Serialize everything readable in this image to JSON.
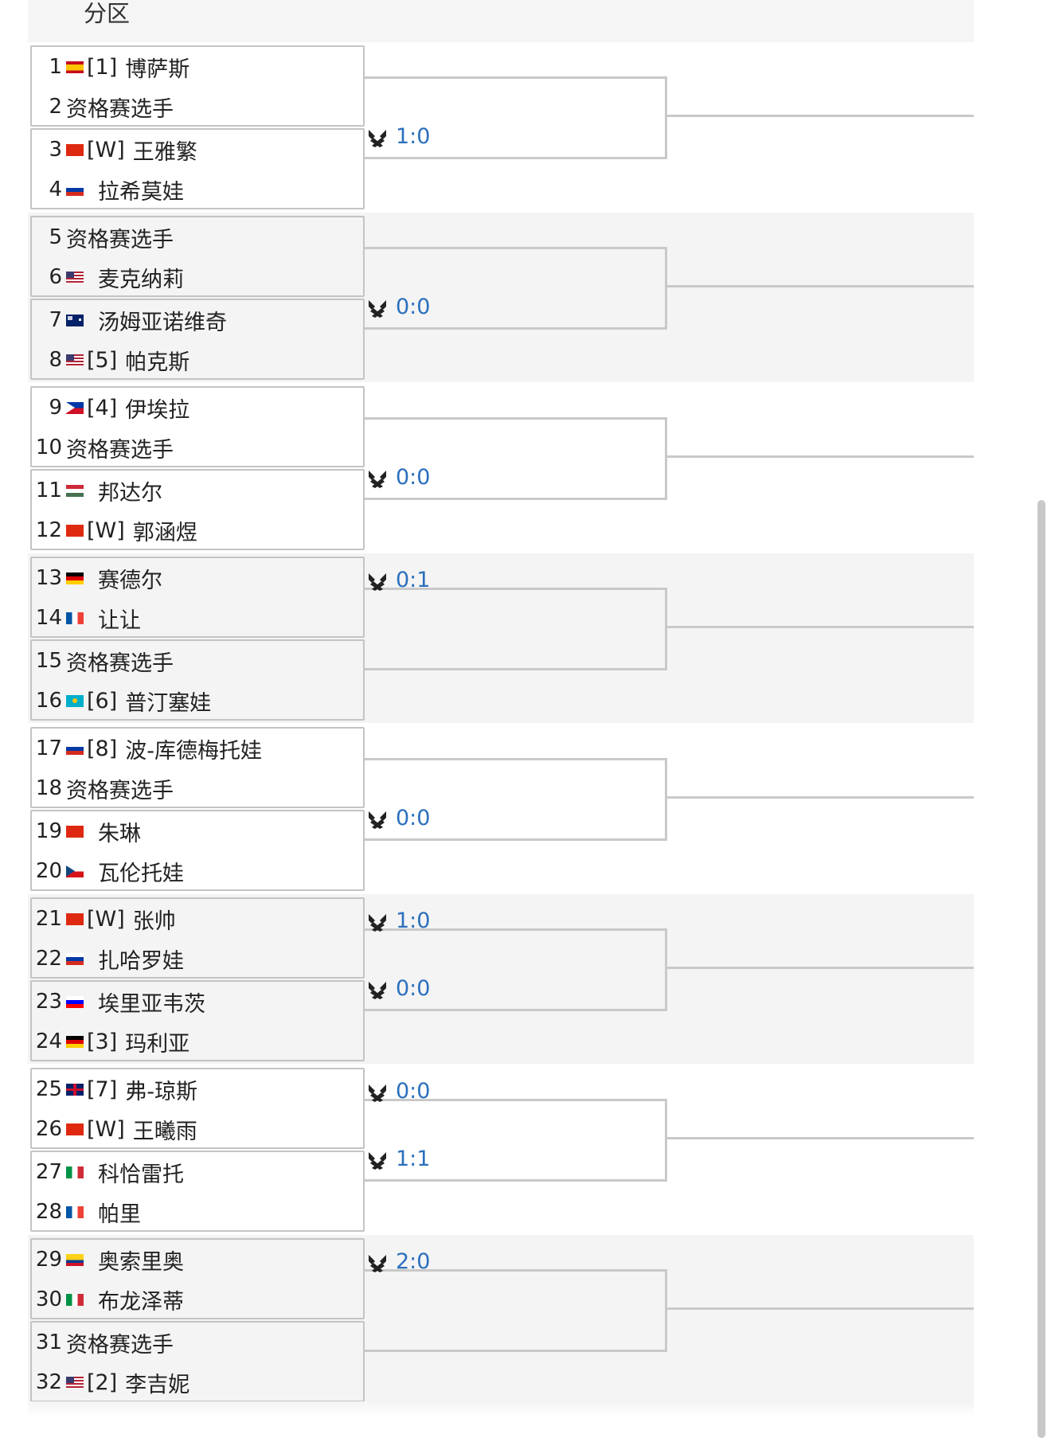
{
  "header": {
    "title": "分区"
  },
  "colors": {
    "score": "#2a6fbd",
    "line": "#c9c9c9",
    "band": "#f4f4f4"
  },
  "groups": [
    {
      "players": [
        {
          "num": "1",
          "flag": "ES",
          "seed": "[1]",
          "name": "博萨斯"
        },
        {
          "num": "2",
          "flag": "",
          "seed": "",
          "name": "资格赛选手"
        },
        {
          "num": "3",
          "flag": "CN",
          "seed": "[W]",
          "name": "王雅繁"
        },
        {
          "num": "4",
          "flag": "RU",
          "seed": "",
          "name": "拉希莫娃"
        }
      ],
      "scores": [
        {
          "slot": "bottom",
          "value": "1:0"
        }
      ]
    },
    {
      "players": [
        {
          "num": "5",
          "flag": "",
          "seed": "",
          "name": "资格赛选手"
        },
        {
          "num": "6",
          "flag": "US",
          "seed": "",
          "name": "麦克纳莉"
        },
        {
          "num": "7",
          "flag": "AU",
          "seed": "",
          "name": "汤姆亚诺维奇"
        },
        {
          "num": "8",
          "flag": "US",
          "seed": "[5]",
          "name": "帕克斯"
        }
      ],
      "scores": [
        {
          "slot": "bottom",
          "value": "0:0"
        }
      ]
    },
    {
      "players": [
        {
          "num": "9",
          "flag": "PH",
          "seed": "[4]",
          "name": "伊埃拉"
        },
        {
          "num": "10",
          "flag": "",
          "seed": "",
          "name": "资格赛选手"
        },
        {
          "num": "11",
          "flag": "HU",
          "seed": "",
          "name": "邦达尔"
        },
        {
          "num": "12",
          "flag": "CN",
          "seed": "[W]",
          "name": "郭涵煜"
        }
      ],
      "scores": [
        {
          "slot": "bottom",
          "value": "0:0"
        }
      ]
    },
    {
      "players": [
        {
          "num": "13",
          "flag": "DE",
          "seed": "",
          "name": "赛德尔"
        },
        {
          "num": "14",
          "flag": "FR",
          "seed": "",
          "name": "让让"
        },
        {
          "num": "15",
          "flag": "",
          "seed": "",
          "name": "资格赛选手"
        },
        {
          "num": "16",
          "flag": "KZ",
          "seed": "[6]",
          "name": "普汀塞娃"
        }
      ],
      "scores": [
        {
          "slot": "top",
          "value": "0:1"
        }
      ]
    },
    {
      "players": [
        {
          "num": "17",
          "flag": "RU",
          "seed": "[8]",
          "name": "波-库德梅托娃"
        },
        {
          "num": "18",
          "flag": "",
          "seed": "",
          "name": "资格赛选手"
        },
        {
          "num": "19",
          "flag": "CN",
          "seed": "",
          "name": "朱琳"
        },
        {
          "num": "20",
          "flag": "CZ",
          "seed": "",
          "name": "瓦伦托娃"
        }
      ],
      "scores": [
        {
          "slot": "bottom",
          "value": "0:0"
        }
      ]
    },
    {
      "players": [
        {
          "num": "21",
          "flag": "CN",
          "seed": "[W]",
          "name": "张帅"
        },
        {
          "num": "22",
          "flag": "RU",
          "seed": "",
          "name": "扎哈罗娃"
        },
        {
          "num": "23",
          "flag": "SI",
          "seed": "",
          "name": "埃里亚韦茨"
        },
        {
          "num": "24",
          "flag": "DE",
          "seed": "[3]",
          "name": "玛利亚"
        }
      ],
      "scores": [
        {
          "slot": "top",
          "value": "1:0"
        },
        {
          "slot": "bottom",
          "value": "0:0"
        }
      ]
    },
    {
      "players": [
        {
          "num": "25",
          "flag": "GB",
          "seed": "[7]",
          "name": "弗-琼斯"
        },
        {
          "num": "26",
          "flag": "CN",
          "seed": "[W]",
          "name": "王曦雨"
        },
        {
          "num": "27",
          "flag": "IT",
          "seed": "",
          "name": "科恰雷托"
        },
        {
          "num": "28",
          "flag": "FR",
          "seed": "",
          "name": "帕里"
        }
      ],
      "scores": [
        {
          "slot": "top",
          "value": "0:0"
        },
        {
          "slot": "bottom",
          "value": "1:1"
        }
      ]
    },
    {
      "players": [
        {
          "num": "29",
          "flag": "CO",
          "seed": "",
          "name": "奥索里奥"
        },
        {
          "num": "30",
          "flag": "IT",
          "seed": "",
          "name": "布龙泽蒂"
        },
        {
          "num": "31",
          "flag": "",
          "seed": "",
          "name": "资格赛选手"
        },
        {
          "num": "32",
          "flag": "US",
          "seed": "[2]",
          "name": "李吉妮"
        }
      ],
      "scores": [
        {
          "slot": "top",
          "value": "2:0"
        }
      ]
    }
  ]
}
